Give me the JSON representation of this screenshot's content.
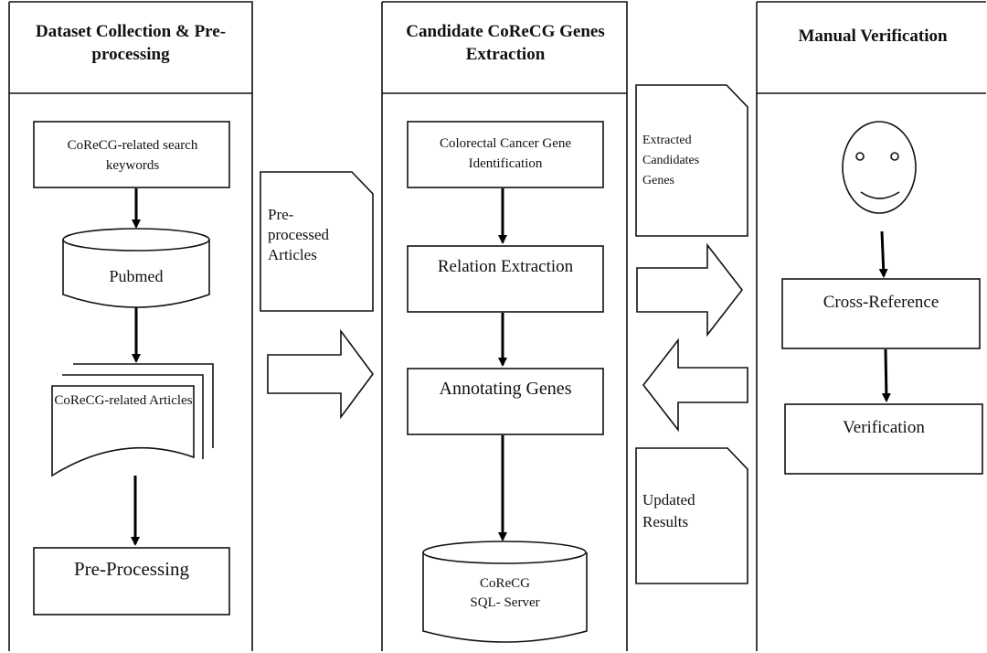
{
  "columns": {
    "col1": "Dataset Collection & Pre-processing",
    "col2": "Candidate CoReCG Genes Extraction",
    "col3": "Manual Verification"
  },
  "nodes": {
    "search_keywords": "CoReCG-related search keywords",
    "pubmed": "Pubmed",
    "related_articles": "CoReCG-related Articles",
    "pre_processing": "Pre-Processing",
    "gene_identification": "Colorectal Cancer Gene Identification",
    "relation_extraction": "Relation Extraction",
    "annotating_genes": "Annotating Genes",
    "sql_server_line1": "CoReCG",
    "sql_server_line2": "SQL- Server",
    "cross_reference": "Cross-Reference",
    "verification": "Verification"
  },
  "documents": {
    "preprocessed_articles": "Pre- processed Articles",
    "extracted_candidates": "Extracted Candidates Genes",
    "updated_results": "Updated Results"
  }
}
